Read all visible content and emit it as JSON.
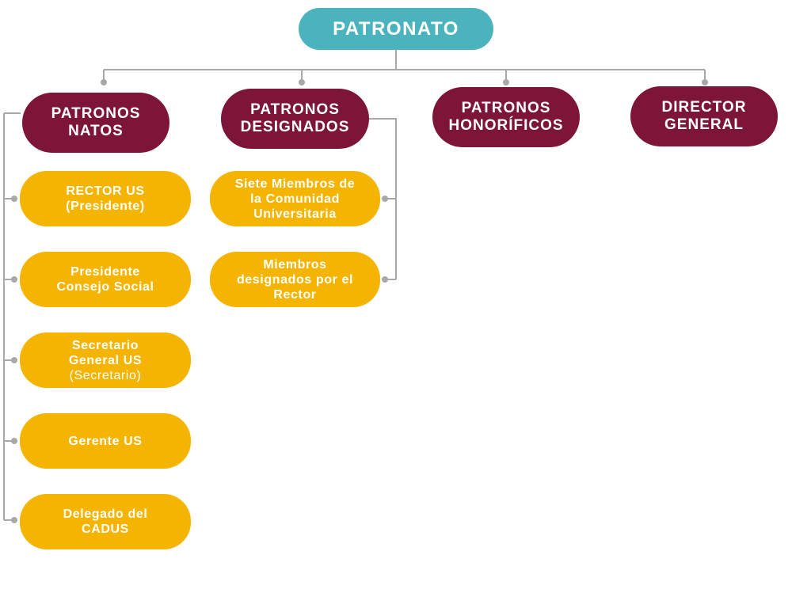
{
  "colors": {
    "root": "#4bb3bd",
    "category": "#7c1538",
    "member": "#f4b400",
    "connector": "#a8a8a8",
    "text": "#ffffff"
  },
  "root": {
    "label": "PATRONATO"
  },
  "categories": [
    {
      "label": "PATRONOS\nNATOS",
      "members": [
        {
          "label": "RECTOR US\n(Presidente)",
          "note": ""
        },
        {
          "label": "Presidente\nConsejo Social",
          "note": ""
        },
        {
          "label": "Secretario\nGeneral US",
          "note": "(Secretario)"
        },
        {
          "label": "Gerente US",
          "note": ""
        },
        {
          "label": "Delegado del\nCADUS",
          "note": ""
        }
      ]
    },
    {
      "label": "PATRONOS\nDESIGNADOS",
      "members": [
        {
          "label": "Siete Miembros de\nla Comunidad\nUniversitaria",
          "note": ""
        },
        {
          "label": "Miembros\ndesignados por el\nRector",
          "note": ""
        }
      ]
    },
    {
      "label": "PATRONOS\nHONORÍFICOS",
      "members": []
    },
    {
      "label": "DIRECTOR\nGENERAL",
      "members": []
    }
  ]
}
